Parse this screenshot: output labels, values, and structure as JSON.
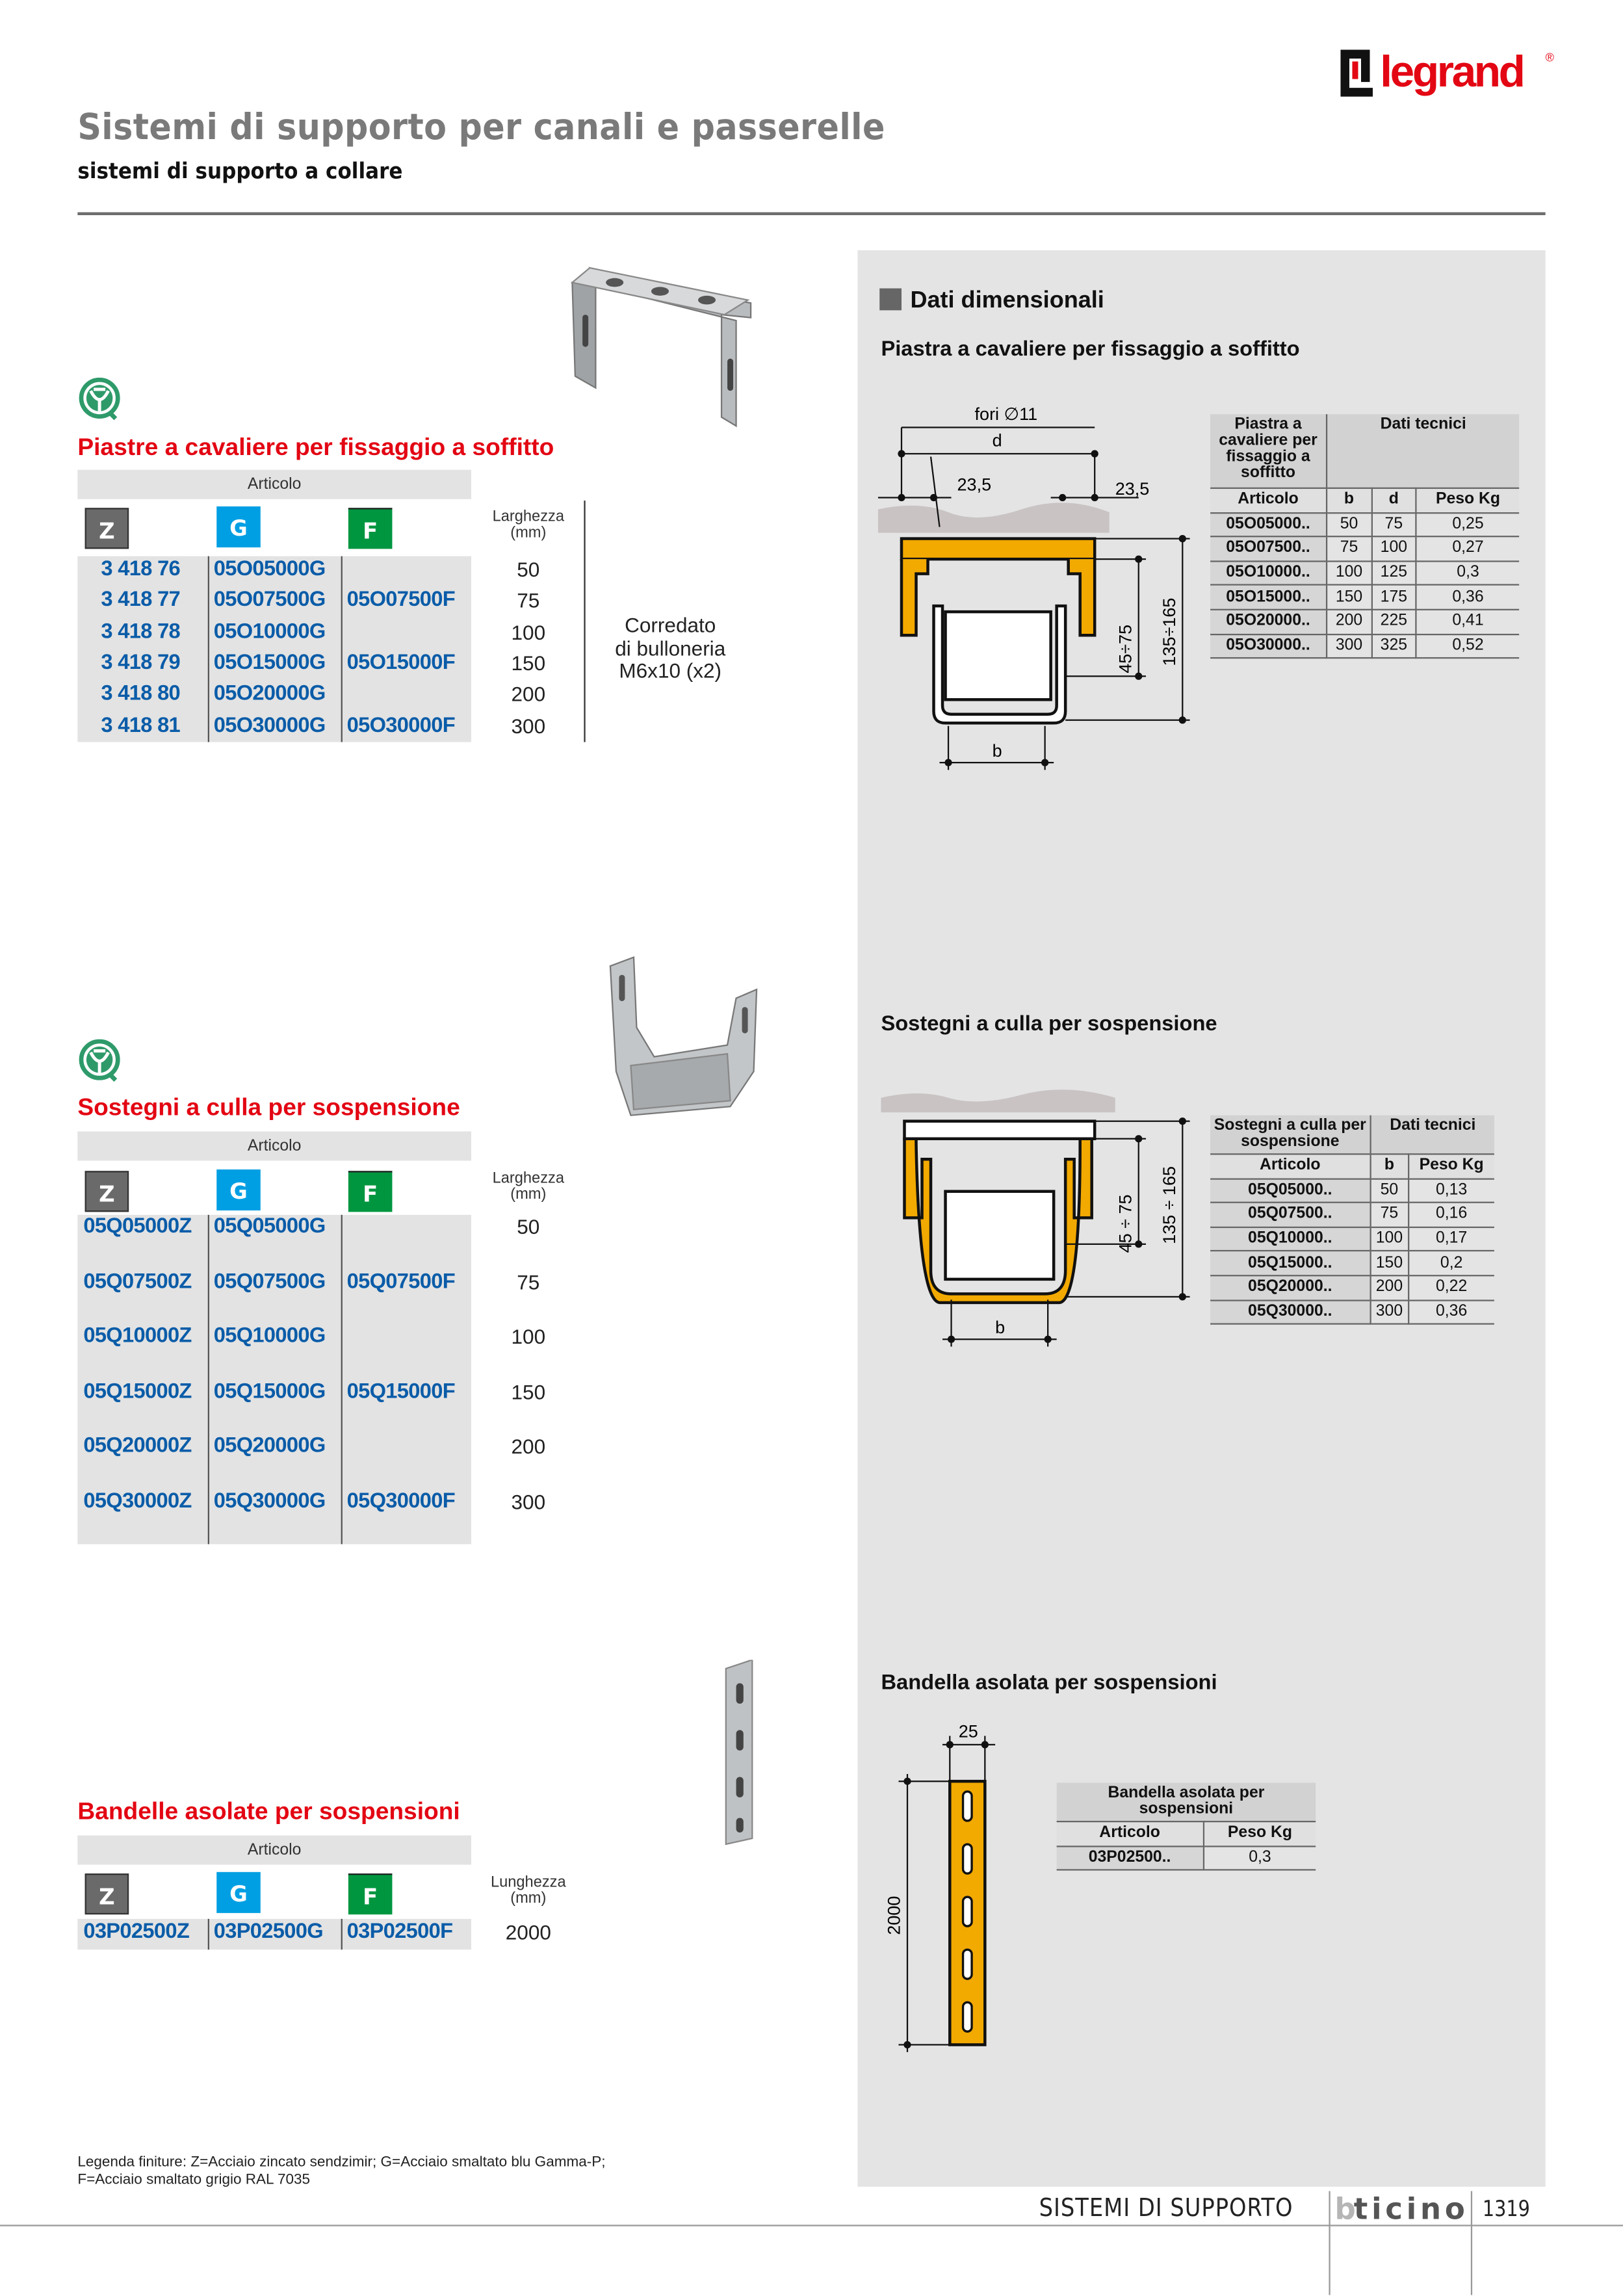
{
  "brand": {
    "logo_text": "legrand",
    "registered": "®",
    "footer_logo": "bticino",
    "color": "#e30613"
  },
  "header": {
    "title": "Sistemi di supporto per canali e passerelle",
    "subtitle": "sistemi di supporto a collare"
  },
  "finish_badges": {
    "z": "Z",
    "g": "G",
    "f": "F",
    "z_color": "#6a6a6a",
    "g_color": "#009fe3",
    "f_color": "#009640"
  },
  "sections": [
    {
      "title": "Piastre a cavaliere per fissaggio a soffitto",
      "articolo_label": "Articolo",
      "size_label": "Larghezza",
      "size_unit": "(mm)",
      "note": [
        "Corredato",
        "di bulloneria",
        "M6x10 (x2)"
      ],
      "rows": [
        {
          "z": "3 418 76",
          "g": "05O05000G",
          "f": "",
          "size": "50"
        },
        {
          "z": "3 418 77",
          "g": "05O07500G",
          "f": "05O07500F",
          "size": "75"
        },
        {
          "z": "3 418 78",
          "g": "05O10000G",
          "f": "",
          "size": "100"
        },
        {
          "z": "3 418 79",
          "g": "05O15000G",
          "f": "05O15000F",
          "size": "150"
        },
        {
          "z": "3 418 80",
          "g": "05O20000G",
          "f": "",
          "size": "200"
        },
        {
          "z": "3 418 81",
          "g": "05O30000G",
          "f": "05O30000F",
          "size": "300"
        }
      ]
    },
    {
      "title": "Sostegni a culla per sospensione",
      "articolo_label": "Articolo",
      "size_label": "Larghezza",
      "size_unit": "(mm)",
      "rows": [
        {
          "z": "05Q05000Z",
          "g": "05Q05000G",
          "f": "",
          "size": "50"
        },
        {
          "z": "05Q07500Z",
          "g": "05Q07500G",
          "f": "05Q07500F",
          "size": "75"
        },
        {
          "z": "05Q10000Z",
          "g": "05Q10000G",
          "f": "",
          "size": "100"
        },
        {
          "z": "05Q15000Z",
          "g": "05Q15000G",
          "f": "05Q15000F",
          "size": "150"
        },
        {
          "z": "05Q20000Z",
          "g": "05Q20000G",
          "f": "",
          "size": "200"
        },
        {
          "z": "05Q30000Z",
          "g": "05Q30000G",
          "f": "05Q30000F",
          "size": "300"
        }
      ]
    },
    {
      "title": "Bandelle asolate per sospensioni",
      "articolo_label": "Articolo",
      "size_label": "Lunghezza",
      "size_unit": "(mm)",
      "rows": [
        {
          "z": "03P02500Z",
          "g": "03P02500G",
          "f": "03P02500F",
          "size": "2000"
        }
      ]
    }
  ],
  "legend": [
    "Legenda finiture: Z=Acciaio zincato sendzimir; G=Acciaio smaltato blu Gamma-P;",
    "F=Acciaio smaltato grigio RAL 7035"
  ],
  "panel": {
    "heading": "Dati dimensionali",
    "blocks": [
      {
        "title": "Piastra a cavaliere per fissaggio a soffitto",
        "table_title": "Piastra a cavaliere per fissaggio a soffitto",
        "group_header": "Dati tecnici",
        "columns": [
          "Articolo",
          "b",
          "d",
          "Peso Kg"
        ],
        "rows": [
          [
            "05O05000..",
            "50",
            "75",
            "0,25"
          ],
          [
            "05O07500..",
            "75",
            "100",
            "0,27"
          ],
          [
            "05O10000..",
            "100",
            "125",
            "0,3"
          ],
          [
            "05O15000..",
            "150",
            "175",
            "0,36"
          ],
          [
            "05O20000..",
            "200",
            "225",
            "0,41"
          ],
          [
            "05O30000..",
            "300",
            "325",
            "0,52"
          ]
        ],
        "diagram_labels": {
          "holes": "fori ∅11",
          "d": "d",
          "left": "23,5",
          "right": "23,5",
          "b": "b",
          "h1": "45÷75",
          "h2": "135÷165"
        }
      },
      {
        "title": "Sostegni a culla per sospensione",
        "table_title": "Sostegni a culla per sospensione",
        "group_header": "Dati tecnici",
        "columns": [
          "Articolo",
          "b",
          "Peso Kg"
        ],
        "rows": [
          [
            "05Q05000..",
            "50",
            "0,13"
          ],
          [
            "05Q07500..",
            "75",
            "0,16"
          ],
          [
            "05Q10000..",
            "100",
            "0,17"
          ],
          [
            "05Q15000..",
            "150",
            "0,2"
          ],
          [
            "05Q20000..",
            "200",
            "0,22"
          ],
          [
            "05Q30000..",
            "300",
            "0,36"
          ]
        ],
        "diagram_labels": {
          "b": "b",
          "h1": "45 ÷ 75",
          "h2": "135 ÷ 165"
        }
      },
      {
        "title": "Bandella asolata per sospensioni",
        "table_title": "Bandella asolata per sospensioni",
        "columns": [
          "Articolo",
          "Peso Kg"
        ],
        "rows": [
          [
            "03P02500..",
            "0,3"
          ]
        ],
        "diagram_labels": {
          "w": "25",
          "len": "2000"
        }
      }
    ],
    "highlight_color": "#f2a900"
  },
  "footer": {
    "section": "SISTEMI DI SUPPORTO",
    "page": "1319"
  }
}
